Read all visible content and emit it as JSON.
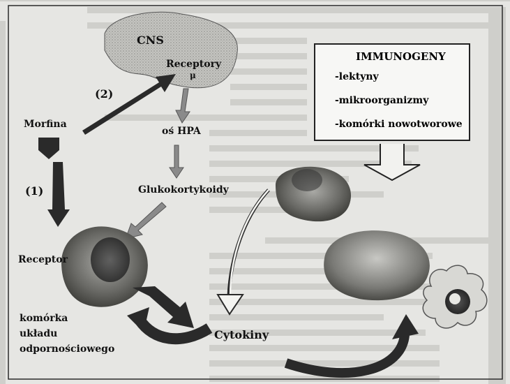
{
  "labels": {
    "cns": "CNS",
    "receptory": "Receptory",
    "mu": "μ",
    "step2": "(2)",
    "morfina": "Morfina",
    "os_hpa": "oś HPA",
    "glukokortykoidy": "Glukokortykoidy",
    "step1": "(1)",
    "receptor": "Receptor",
    "immune_cell_line1": "komórka",
    "immune_cell_line2": "układu",
    "immune_cell_line3": "odpornościowego",
    "cytokiny": "Cytokiny"
  },
  "immunogeny": {
    "title": "IMMUNOGENY",
    "items": [
      "-lektyny",
      "-mikroorganizmy",
      "-komórki nowotworowe"
    ]
  },
  "colors": {
    "background": "#e6e6e3",
    "arrow_dark": "#2a2a2a",
    "arrow_gray": "#8a8a8a",
    "cns_fill": "#b9b9b5"
  }
}
